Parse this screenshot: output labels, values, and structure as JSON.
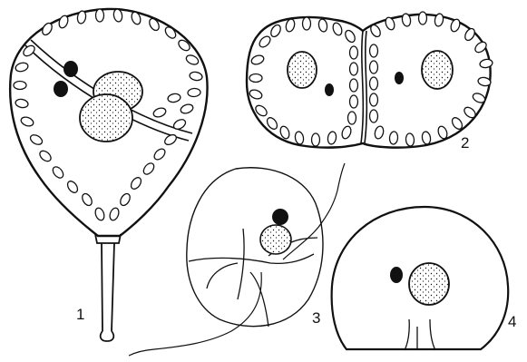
{
  "figure": {
    "labels": [
      "1",
      "2",
      "3",
      "4"
    ],
    "colors": {
      "ink": "#111111",
      "background": "#ffffff"
    }
  }
}
